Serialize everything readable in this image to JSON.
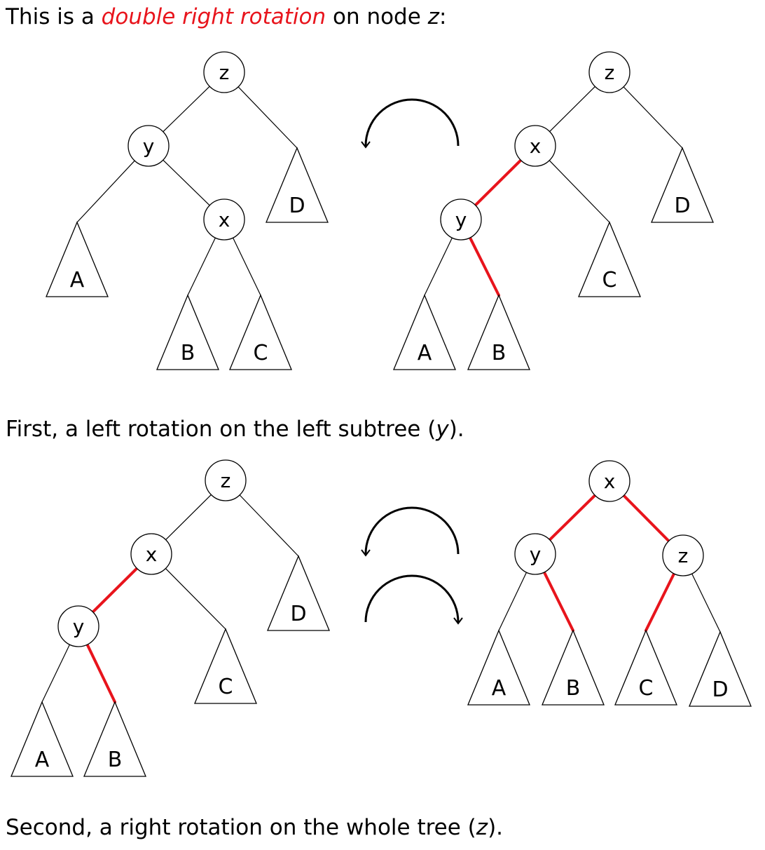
{
  "captions": {
    "intro_prefix": "This is a ",
    "intro_highlight": "double right rotation",
    "intro_suffix": " on node ",
    "intro_var": "z",
    "intro_end": ":",
    "first_prefix": "First, a left rotation on the left subtree (",
    "first_var": "y",
    "first_end": ").",
    "second_prefix": "Second, a right rotation on the whole tree (",
    "second_var": "z",
    "second_end": ")."
  },
  "colors": {
    "highlight": "#e8141c",
    "line": "#000000",
    "background": "#ffffff"
  },
  "arrows": [
    {
      "direction": "counterclockwise"
    },
    {
      "direction": "counterclockwise"
    },
    {
      "direction": "clockwise"
    }
  ],
  "trees": [
    {
      "name": "original",
      "nodes": [
        "z",
        "y",
        "x"
      ],
      "subtrees": [
        "A",
        "B",
        "C",
        "D"
      ],
      "highlighted_edges": []
    },
    {
      "name": "after-left-rotation-display",
      "nodes": [
        "z",
        "x",
        "y"
      ],
      "subtrees": [
        "A",
        "B",
        "C",
        "D"
      ],
      "highlighted_edges": [
        "x-y",
        "y-B"
      ]
    },
    {
      "name": "after-left-rotation",
      "nodes": [
        "z",
        "x",
        "y"
      ],
      "subtrees": [
        "A",
        "B",
        "C",
        "D"
      ],
      "highlighted_edges": [
        "x-y",
        "y-B"
      ]
    },
    {
      "name": "after-right-rotation",
      "nodes": [
        "x",
        "y",
        "z"
      ],
      "subtrees": [
        "A",
        "B",
        "C",
        "D"
      ],
      "highlighted_edges": [
        "x-y",
        "x-z",
        "y-B",
        "z-C"
      ]
    }
  ]
}
